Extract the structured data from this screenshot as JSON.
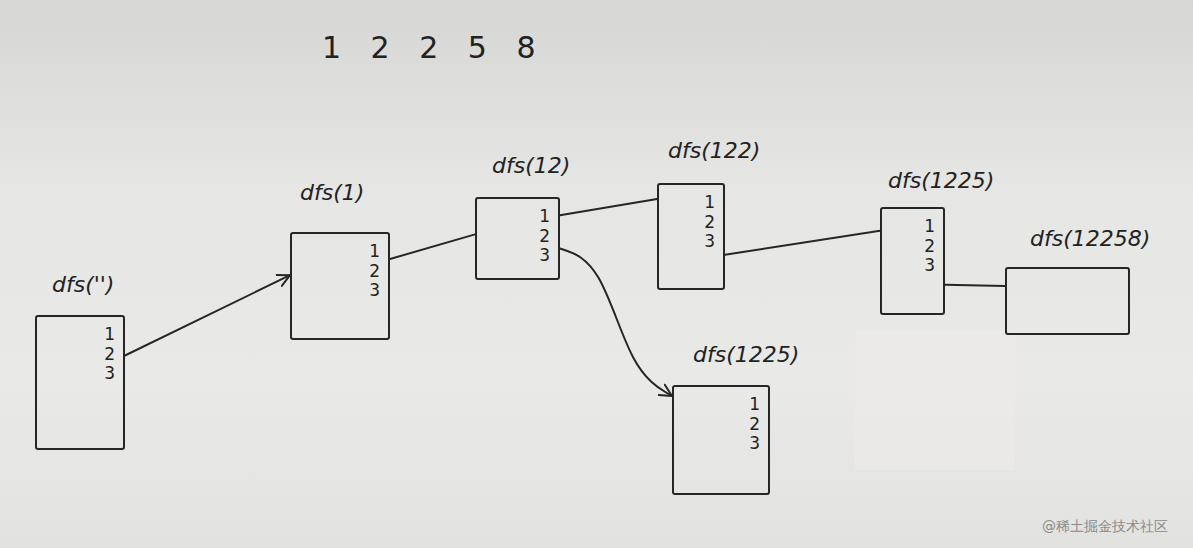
{
  "diagram": {
    "nodes": [
      {
        "text": [
          "dfs('')",
          "1 2 3"
        ]
      },
      {
        "text": [
          "dfs(1)",
          "1 2 3"
        ]
      },
      {
        "text": [
          "dfs(12)",
          "1 2 3"
        ]
      },
      {
        "text": [
          "dfs(122)",
          "1 2 3"
        ]
      },
      {
        "text": [
          "dfs(1225)",
          "1 2 3"
        ]
      },
      {
        "text": [
          "dfs(12258)"
        ]
      },
      {
        "text": [
          "dfs(1225)",
          "1 2 3"
        ]
      }
    ],
    "edges": [
      {
        "from": 0,
        "to": 1,
        "arrow": "to"
      },
      {
        "from": 1,
        "to": 2,
        "arrow": "none"
      },
      {
        "from": 2,
        "to": 3,
        "arrow": "none"
      },
      {
        "from": 2,
        "to": 6,
        "arrow": "to"
      },
      {
        "from": 3,
        "to": 4,
        "arrow": "none"
      },
      {
        "from": 4,
        "to": 5,
        "arrow": "none"
      }
    ],
    "labels": [
      "1 2 2 5 8",
      "@稀土掘金技术社区"
    ]
  }
}
